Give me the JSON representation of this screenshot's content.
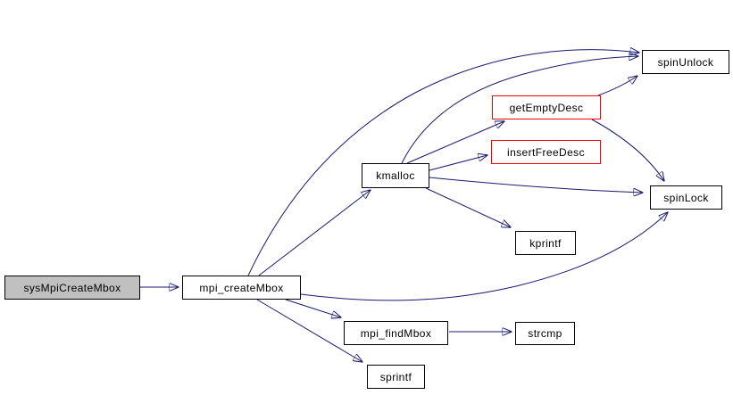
{
  "diagram": {
    "kind": "call-graph",
    "background_color": "#ffffff",
    "edge_color": "#191970",
    "node_border_color": "#000000",
    "highlight_border_color": "#ff0000",
    "entry_node_fill": "#c0c0c0",
    "node_fill": "#ffffff",
    "nodes": {
      "sysMpiCreateMbox": {
        "label": "sysMpiCreateMbox",
        "style": "entry"
      },
      "mpi_createMbox": {
        "label": "mpi_createMbox",
        "style": "normal"
      },
      "kmalloc": {
        "label": "kmalloc",
        "style": "normal"
      },
      "getEmptyDesc": {
        "label": "getEmptyDesc",
        "style": "red"
      },
      "insertFreeDesc": {
        "label": "insertFreeDesc",
        "style": "red"
      },
      "spinUnlock": {
        "label": "spinUnlock",
        "style": "normal"
      },
      "spinLock": {
        "label": "spinLock",
        "style": "normal"
      },
      "kprintf": {
        "label": "kprintf",
        "style": "normal"
      },
      "mpi_findMbox": {
        "label": "mpi_findMbox",
        "style": "normal"
      },
      "strcmp": {
        "label": "strcmp",
        "style": "normal"
      },
      "sprintf": {
        "label": "sprintf",
        "style": "normal"
      }
    },
    "edges": [
      {
        "from": "sysMpiCreateMbox",
        "to": "mpi_createMbox"
      },
      {
        "from": "mpi_createMbox",
        "to": "kmalloc"
      },
      {
        "from": "mpi_createMbox",
        "to": "spinUnlock"
      },
      {
        "from": "mpi_createMbox",
        "to": "spinLock"
      },
      {
        "from": "mpi_createMbox",
        "to": "mpi_findMbox"
      },
      {
        "from": "mpi_createMbox",
        "to": "sprintf"
      },
      {
        "from": "kmalloc",
        "to": "getEmptyDesc"
      },
      {
        "from": "kmalloc",
        "to": "insertFreeDesc"
      },
      {
        "from": "kmalloc",
        "to": "spinUnlock"
      },
      {
        "from": "kmalloc",
        "to": "spinLock"
      },
      {
        "from": "kmalloc",
        "to": "kprintf"
      },
      {
        "from": "getEmptyDesc",
        "to": "spinUnlock"
      },
      {
        "from": "getEmptyDesc",
        "to": "spinLock"
      },
      {
        "from": "mpi_findMbox",
        "to": "strcmp"
      }
    ]
  }
}
